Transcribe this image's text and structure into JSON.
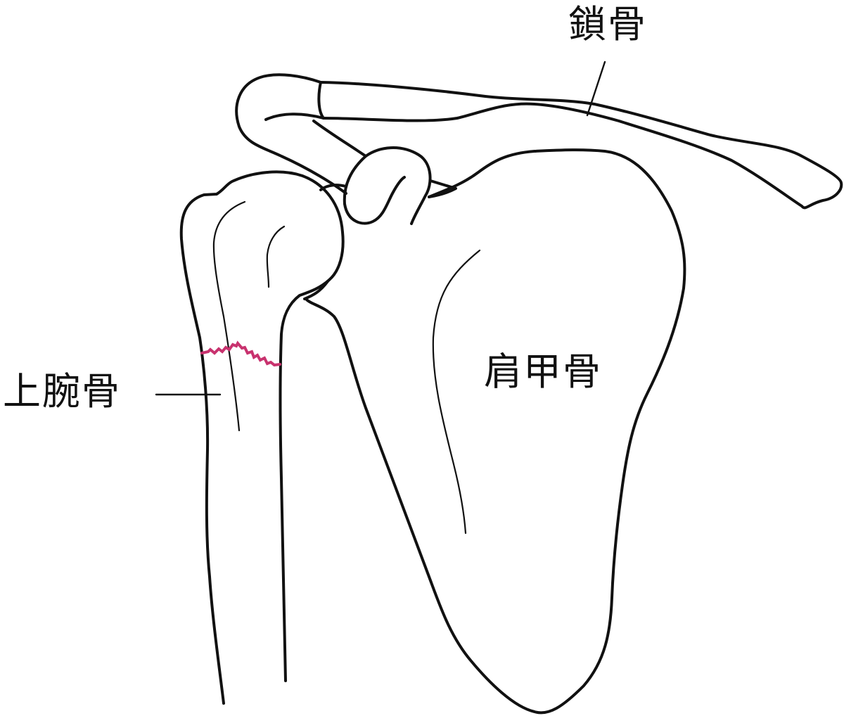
{
  "diagram": {
    "subject": "shoulder-joint-humerus-fracture",
    "labels": {
      "clavicle": "鎖骨",
      "humerus": "上腕骨",
      "scapula": "肩甲骨"
    },
    "colors": {
      "outline": "#111111",
      "fracture": "#C8326E",
      "background": "#FFFFFF"
    },
    "parts": [
      {
        "id": "clavicle",
        "label": "鎖骨"
      },
      {
        "id": "humerus",
        "label": "上腕骨",
        "annotation": "fracture-line"
      },
      {
        "id": "scapula",
        "label": "肩甲骨"
      }
    ]
  }
}
